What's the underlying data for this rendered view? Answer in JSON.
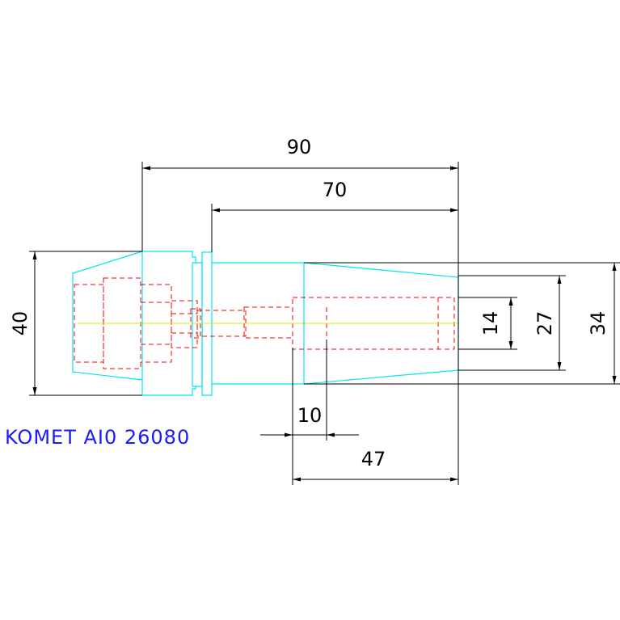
{
  "drawing": {
    "caption": "KOMET AI0 26080",
    "dimensions": {
      "overall_length": "90",
      "shank_length": "70",
      "flange_diameter": "40",
      "bore_diameter": "14",
      "tip_diameter": "27",
      "body_diameter": "34",
      "bore_offset": "10",
      "bore_depth": "47"
    },
    "colors": {
      "outline": "#00e5ee",
      "hidden_lines": "#ff0000",
      "center_line": "#e6e600",
      "dimension": "#000000",
      "caption": "#1a1aff"
    }
  }
}
